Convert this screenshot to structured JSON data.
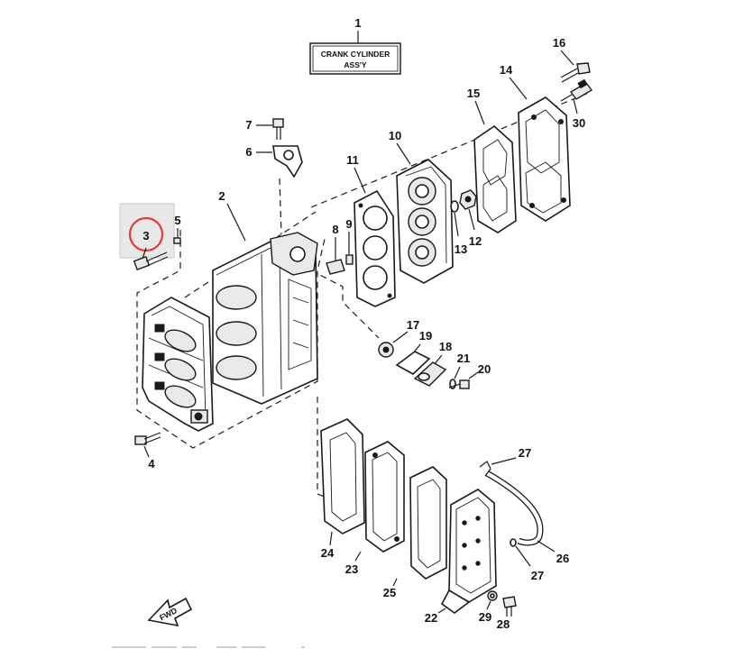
{
  "title": {
    "number": "1",
    "line1": "CRANK CYLINDER",
    "line2": "ASS'Y"
  },
  "highlight_number": "3",
  "fwd_label": "FWD",
  "callouts": {
    "c2": "2",
    "c4": "4",
    "c5": "5",
    "c6": "6",
    "c7": "7",
    "c8": "8",
    "c9": "9",
    "c10": "10",
    "c11": "11",
    "c12": "12",
    "c13": "13",
    "c14": "14",
    "c15": "15",
    "c16": "16",
    "c17": "17",
    "c18": "18",
    "c19": "19",
    "c20": "20",
    "c21": "21",
    "c22": "22",
    "c23": "23",
    "c24": "24",
    "c25": "25",
    "c26": "26",
    "c27a": "27",
    "c27b": "27",
    "c28": "28",
    "c29": "29",
    "c30": "30"
  },
  "colors": {
    "highlight_circle": "#e53935",
    "highlight_box": "#e8e8e8",
    "line": "#1a1a1a"
  }
}
